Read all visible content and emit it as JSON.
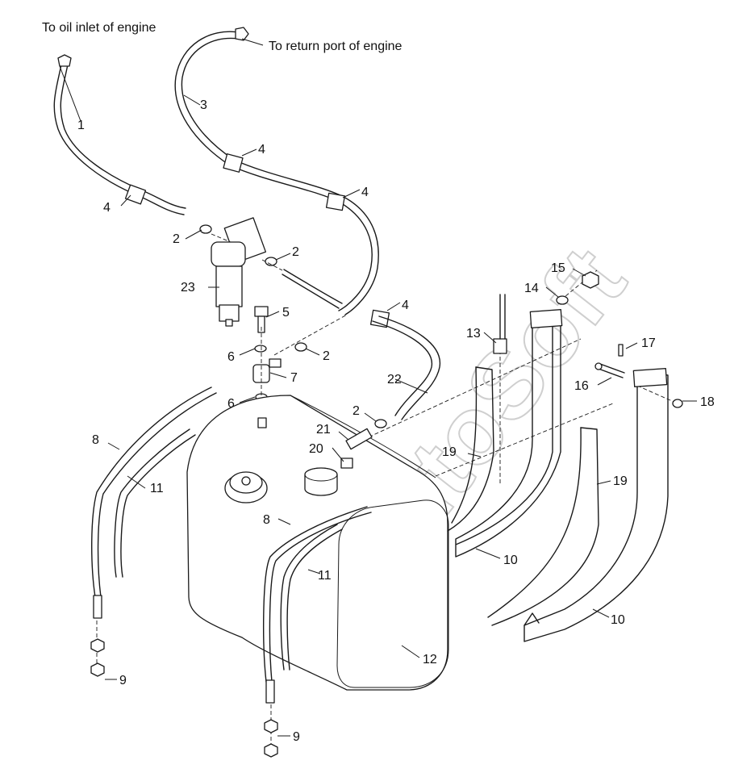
{
  "notes": {
    "oil_inlet": "To oil inlet of engine",
    "return_port": "To return port of engine"
  },
  "watermark": "AutoSoft",
  "callouts": {
    "c1": "1",
    "c2a": "2",
    "c2b": "2",
    "c2c": "2",
    "c2d": "2",
    "c3": "3",
    "c4a": "4",
    "c4b": "4",
    "c4c": "4",
    "c4d": "4",
    "c5": "5",
    "c6a": "6",
    "c6b": "6",
    "c7": "7",
    "c8a": "8",
    "c8b": "8",
    "c9a": "9",
    "c9b": "9",
    "c10a": "10",
    "c10b": "10",
    "c11a": "11",
    "c11b": "11",
    "c12": "12",
    "c13": "13",
    "c14": "14",
    "c15": "15",
    "c16": "16",
    "c17": "17",
    "c18": "18",
    "c19a": "19",
    "c19b": "19",
    "c20": "20",
    "c21": "21",
    "c22": "22",
    "c23": "23"
  }
}
